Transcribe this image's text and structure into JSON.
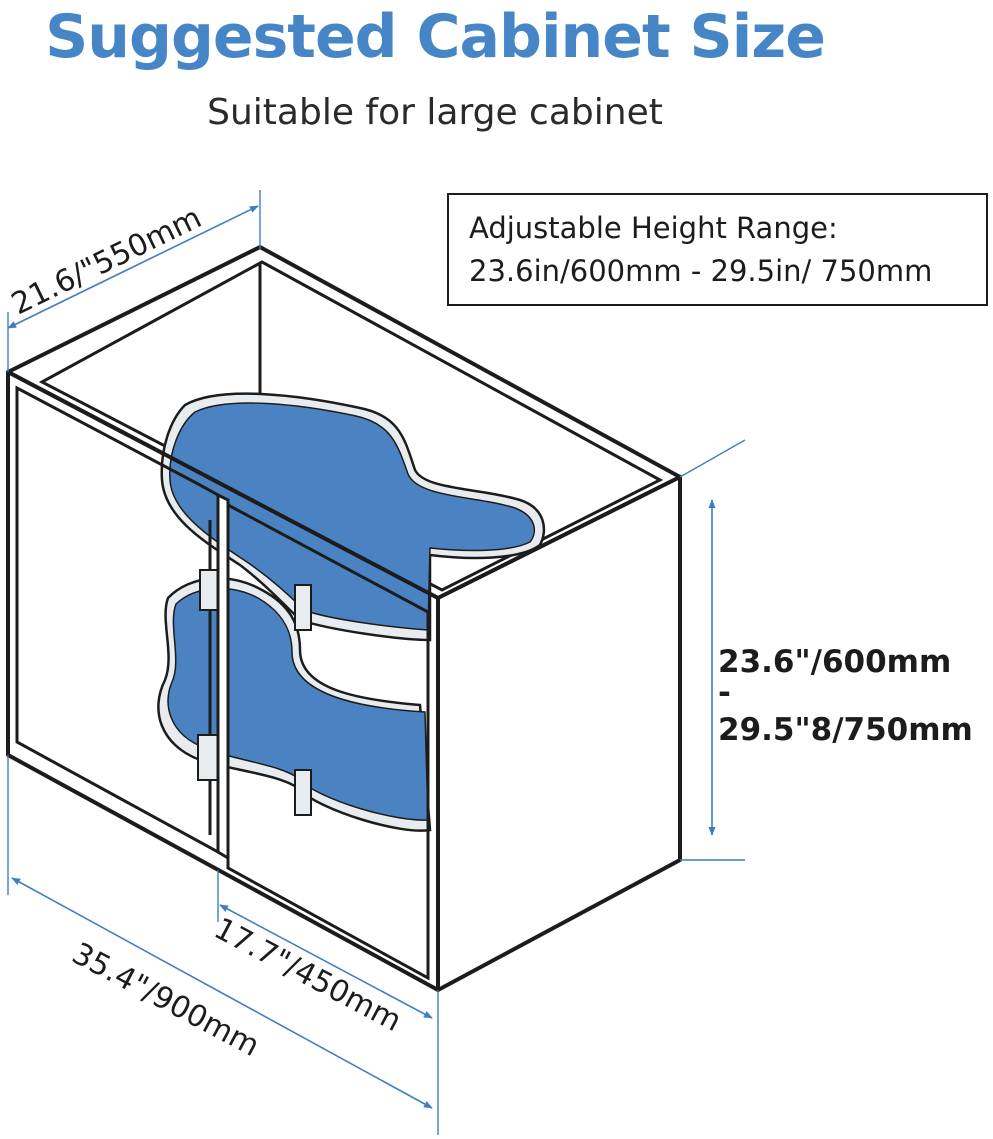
{
  "header": {
    "title": "Suggested Cabinet Size",
    "subtitle": "Suitable for large cabinet"
  },
  "info_box": {
    "line1": "Adjustable Height Range:",
    "line2": "23.6in/600mm - 29.5in/ 750mm"
  },
  "dimensions": {
    "depth": "21.6/\"550mm",
    "height_min": "23.6\"/600mm",
    "height_sep": "-",
    "height_max": "29.5\"8/750mm",
    "opening": "17.7\"/450mm",
    "width": "35.4\"/900mm"
  },
  "colors": {
    "title": "#4786c6",
    "shelf_fill": "#4a82c2",
    "shelf_rim": "#e9ecef",
    "dimension_line": "#3f7fc0",
    "outline": "#1c1c1c"
  }
}
